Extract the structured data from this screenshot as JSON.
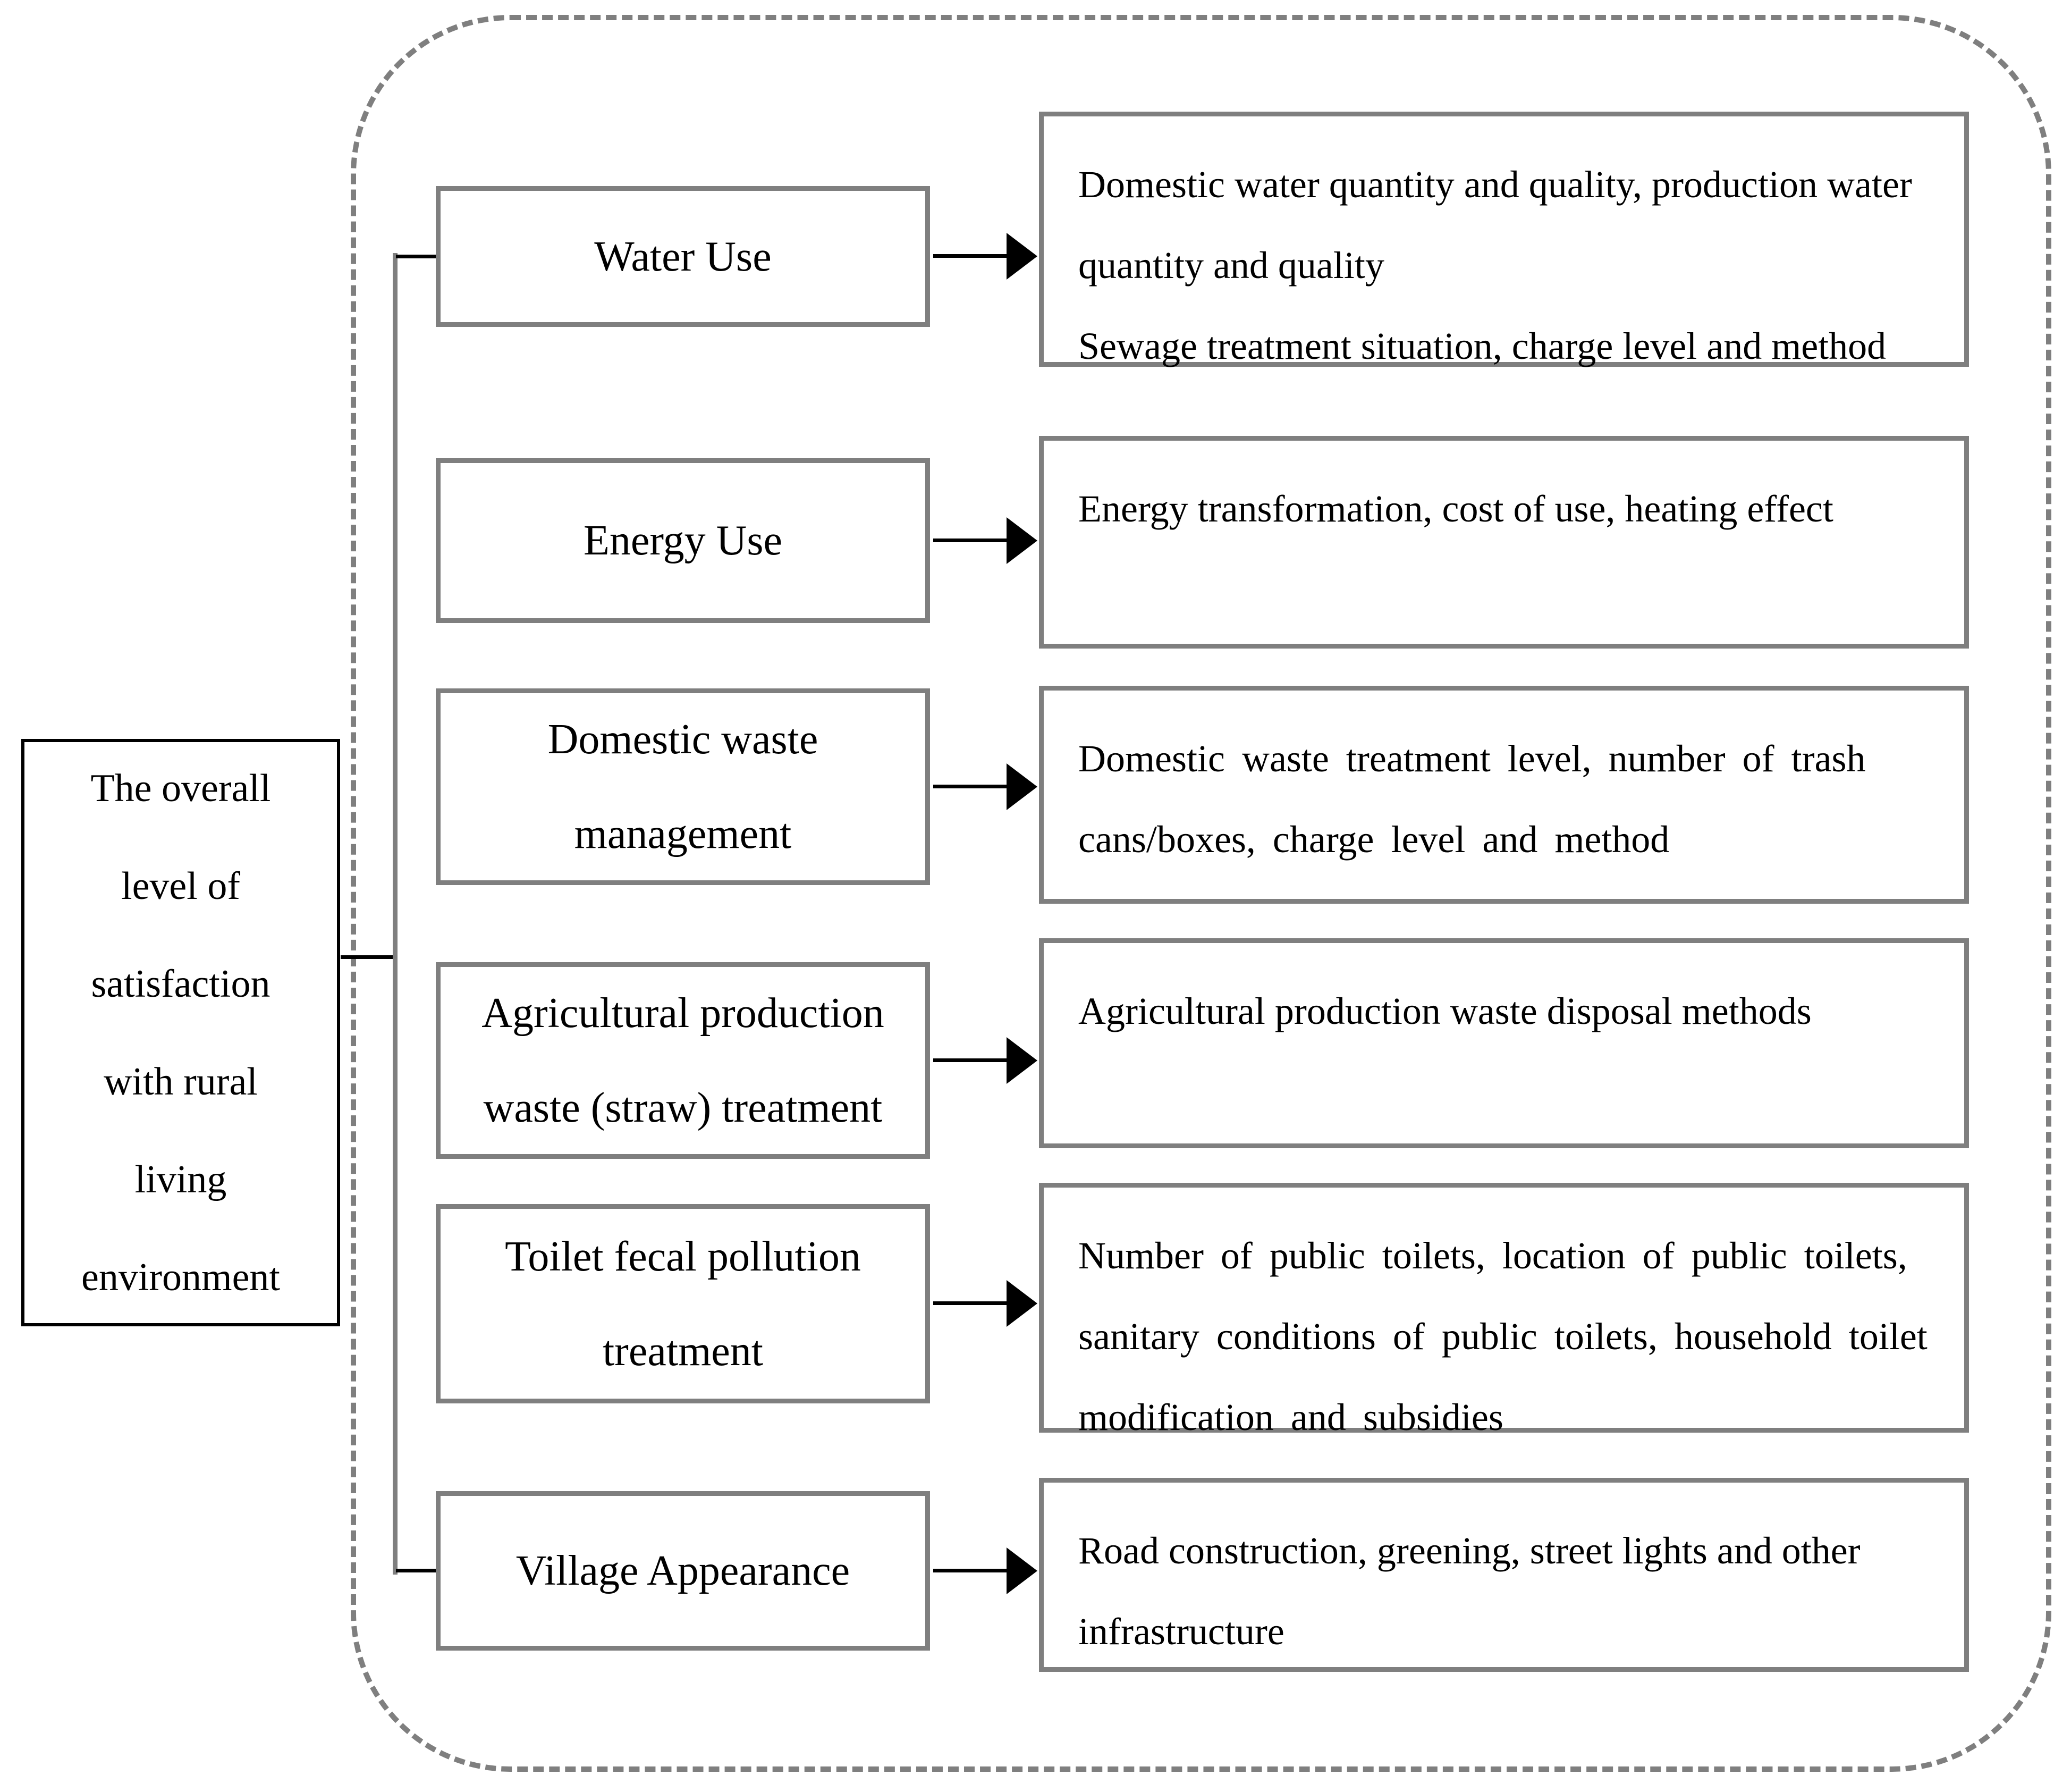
{
  "title": "The overall level of satisfaction with rural living environment — indicator diagram",
  "colors": {
    "box_border_gray": "#7f7f7f",
    "root_border_black": "#000000",
    "connector_black": "#000000",
    "dashed_frame_gray": "#7f7f7f",
    "background": "#ffffff",
    "text": "#000000"
  },
  "root": {
    "lines": [
      "The overall",
      "level of",
      "satisfaction",
      "with rural",
      "living",
      "environment"
    ]
  },
  "rows": [
    {
      "category": [
        "Water Use"
      ],
      "description": [
        "Domestic water quantity and quality, production water",
        "quantity and quality",
        "Sewage treatment situation, charge level and method"
      ]
    },
    {
      "category": [
        "Energy Use"
      ],
      "description": [
        "Energy transformation, cost of use, heating effect"
      ]
    },
    {
      "category": [
        "Domestic waste",
        "management"
      ],
      "description": [
        "Domestic waste treatment level, number of trash",
        "cans/boxes, charge level and method"
      ]
    },
    {
      "category": [
        "Agricultural production",
        "waste (straw) treatment"
      ],
      "description": [
        "Agricultural production waste disposal methods"
      ]
    },
    {
      "category": [
        "Toilet fecal pollution",
        "treatment"
      ],
      "description": [
        "Number of public toilets, location of public toilets,",
        "sanitary conditions of public toilets, household toilet",
        "modification and subsidies"
      ]
    },
    {
      "category": [
        "Village Appearance"
      ],
      "description": [
        "Road construction, greening, street lights and other",
        "infrastructure"
      ]
    }
  ]
}
